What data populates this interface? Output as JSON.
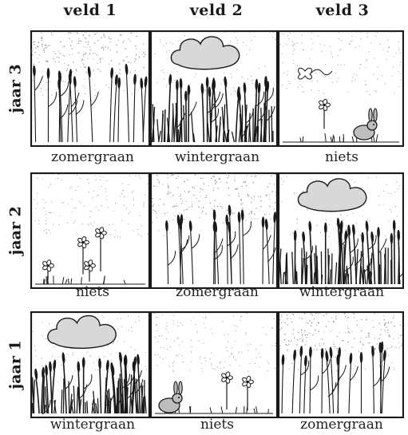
{
  "columns": [
    "veld 1",
    "veld 2",
    "veld 3"
  ],
  "rows": [
    {
      "label": "jaar 3",
      "fields": [
        {
          "crop_key": "summer",
          "caption": "zomergraan"
        },
        {
          "crop_key": "winter",
          "caption": "wintergraan"
        },
        {
          "crop_key": "fallow",
          "caption": "niets"
        }
      ]
    },
    {
      "label": "jaar 2",
      "fields": [
        {
          "crop_key": "fallow",
          "caption": "niets"
        },
        {
          "crop_key": "summer",
          "caption": "zomergraan"
        },
        {
          "crop_key": "winter",
          "caption": "wintergraan"
        }
      ]
    },
    {
      "label": "jaar 1",
      "fields": [
        {
          "crop_key": "winter",
          "caption": "wintergraan"
        },
        {
          "crop_key": "fallow",
          "caption": "niets"
        },
        {
          "crop_key": "summer",
          "caption": "zomergraan"
        }
      ]
    }
  ],
  "colors": {
    "ink": "#1a1a1a",
    "stipple": "#8a8a8a",
    "paper": "#ffffff"
  }
}
